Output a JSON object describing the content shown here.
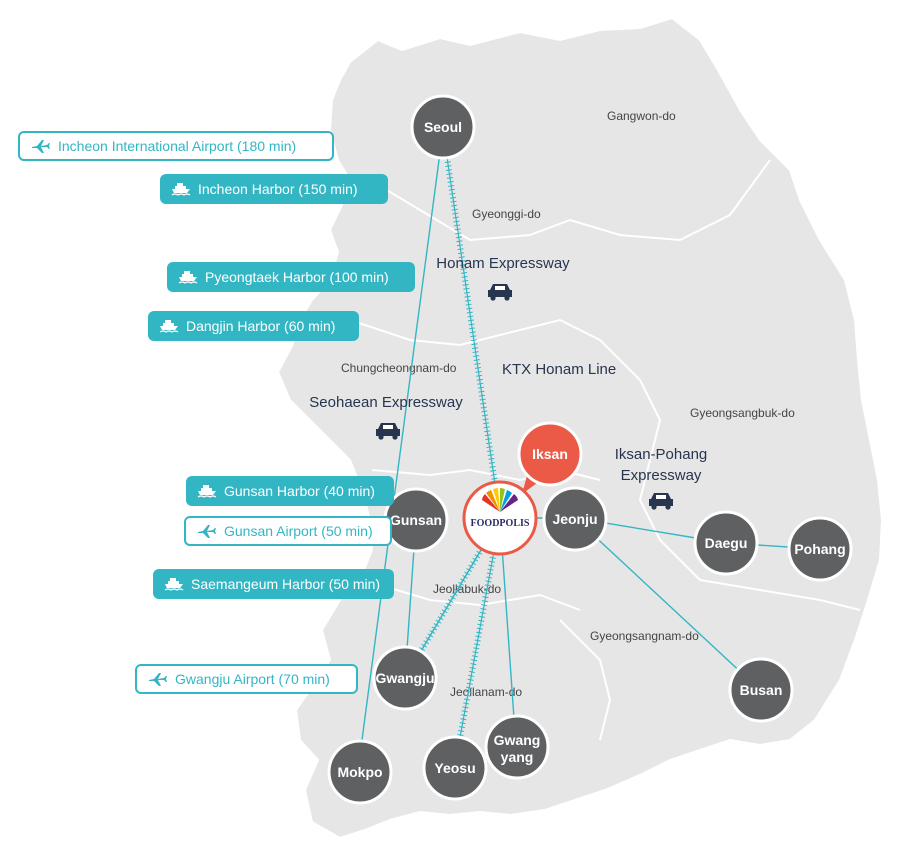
{
  "colors": {
    "accent": "#33b6c4",
    "city_node": "#5f6062",
    "highlight": "#ea5a47",
    "map_fill": "#e6e6e6",
    "text_dark": "#27354f"
  },
  "regions": {
    "gangwon": "Gangwon-do",
    "gyeonggi": "Gyeonggi-do",
    "chungcheongnam": "Chungcheongnam-do",
    "gyeongsangbuk": "Gyeongsangbuk-do",
    "jeollabuk": "Jeollabuk-do",
    "gyeongsangnam": "Gyeongsangnam-do",
    "jeollanam": "Jeollanam-do"
  },
  "routes": {
    "honam_expressway": "Honam Expressway",
    "ktx_honam": "KTX Honam Line",
    "seohaean_expressway": "Seohaean Expressway",
    "iksan_pohang_1": "Iksan-Pohang",
    "iksan_pohang_2": "Expressway"
  },
  "cities": {
    "seoul": "Seoul",
    "gunsan": "Gunsan",
    "jeonju": "Jeonju",
    "daegu": "Daegu",
    "pohang": "Pohang",
    "busan": "Busan",
    "gwangju": "Gwangju",
    "mokpo": "Mokpo",
    "yeosu": "Yeosu",
    "gwangyang_1": "Gwang",
    "gwangyang_2": "yang",
    "iksan": "Iksan"
  },
  "logo": {
    "text": "FOODPOLIS"
  },
  "tags": {
    "incheon_airport": {
      "label": "Incheon International Airport (180 min)",
      "icon": "airplane-icon"
    },
    "incheon_harbor": {
      "label": "Incheon Harbor (150 min)",
      "icon": "ship-icon"
    },
    "pyeongtaek_harbor": {
      "label": "Pyeongtaek Harbor (100 min)",
      "icon": "ship-icon"
    },
    "dangjin_harbor": {
      "label": "Dangjin Harbor (60 min)",
      "icon": "ship-icon"
    },
    "gunsan_harbor": {
      "label": "Gunsan Harbor (40 min)",
      "icon": "ship-icon"
    },
    "gunsan_airport": {
      "label": "Gunsan Airport (50 min)",
      "icon": "airplane-icon"
    },
    "saemangeum_harbor": {
      "label": "Saemangeum Harbor (50 min)",
      "icon": "ship-icon"
    },
    "gwangju_airport": {
      "label": "Gwangju Airport (70 min)",
      "icon": "airplane-icon"
    }
  }
}
